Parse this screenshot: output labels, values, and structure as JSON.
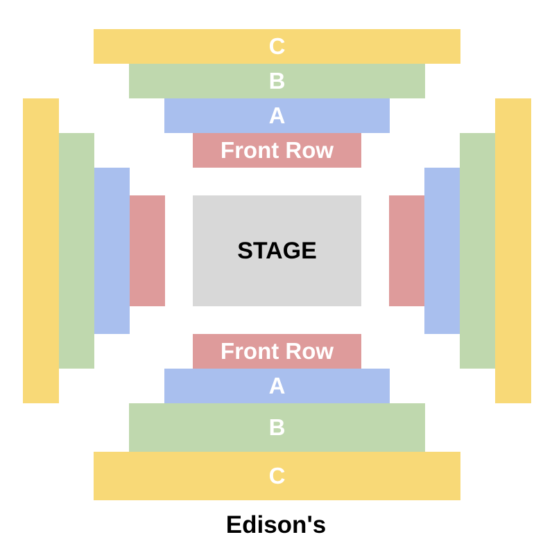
{
  "venue": {
    "name": "Edison's"
  },
  "stage": {
    "label": "STAGE"
  },
  "sections": {
    "top": {
      "c": "C",
      "b": "B",
      "a": "A",
      "front_row": "Front Row"
    },
    "bottom": {
      "front_row": "Front Row",
      "a": "A",
      "b": "B",
      "c": "C"
    }
  },
  "colors": {
    "front_row": "#de9b9b",
    "a": "#a9bfee",
    "b": "#bfd8ae",
    "c": "#f8d977",
    "stage": "#d8d8d8"
  }
}
